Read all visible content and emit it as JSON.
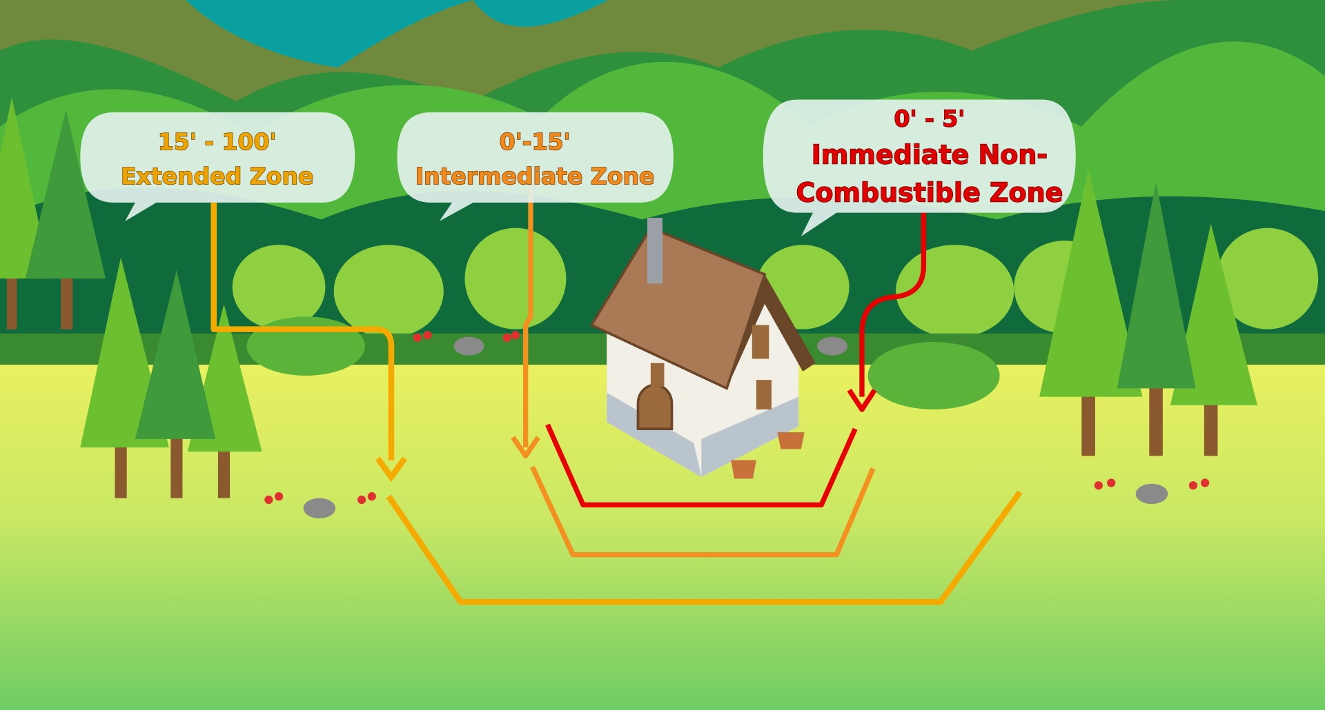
{
  "title": "Home ignition zones",
  "zones": [
    {
      "id": "extended",
      "range": "15' - 100'",
      "name": "Extended Zone",
      "color": "#f5aa00"
    },
    {
      "id": "intermediate",
      "range": "0'-15'",
      "name": "Intermediate Zone",
      "color": "#f39020"
    },
    {
      "id": "immediate",
      "range": "0' - 5'",
      "name_line1": "Immediate Non-",
      "name_line2": "Combustible Zone",
      "color": "#e60000"
    }
  ]
}
